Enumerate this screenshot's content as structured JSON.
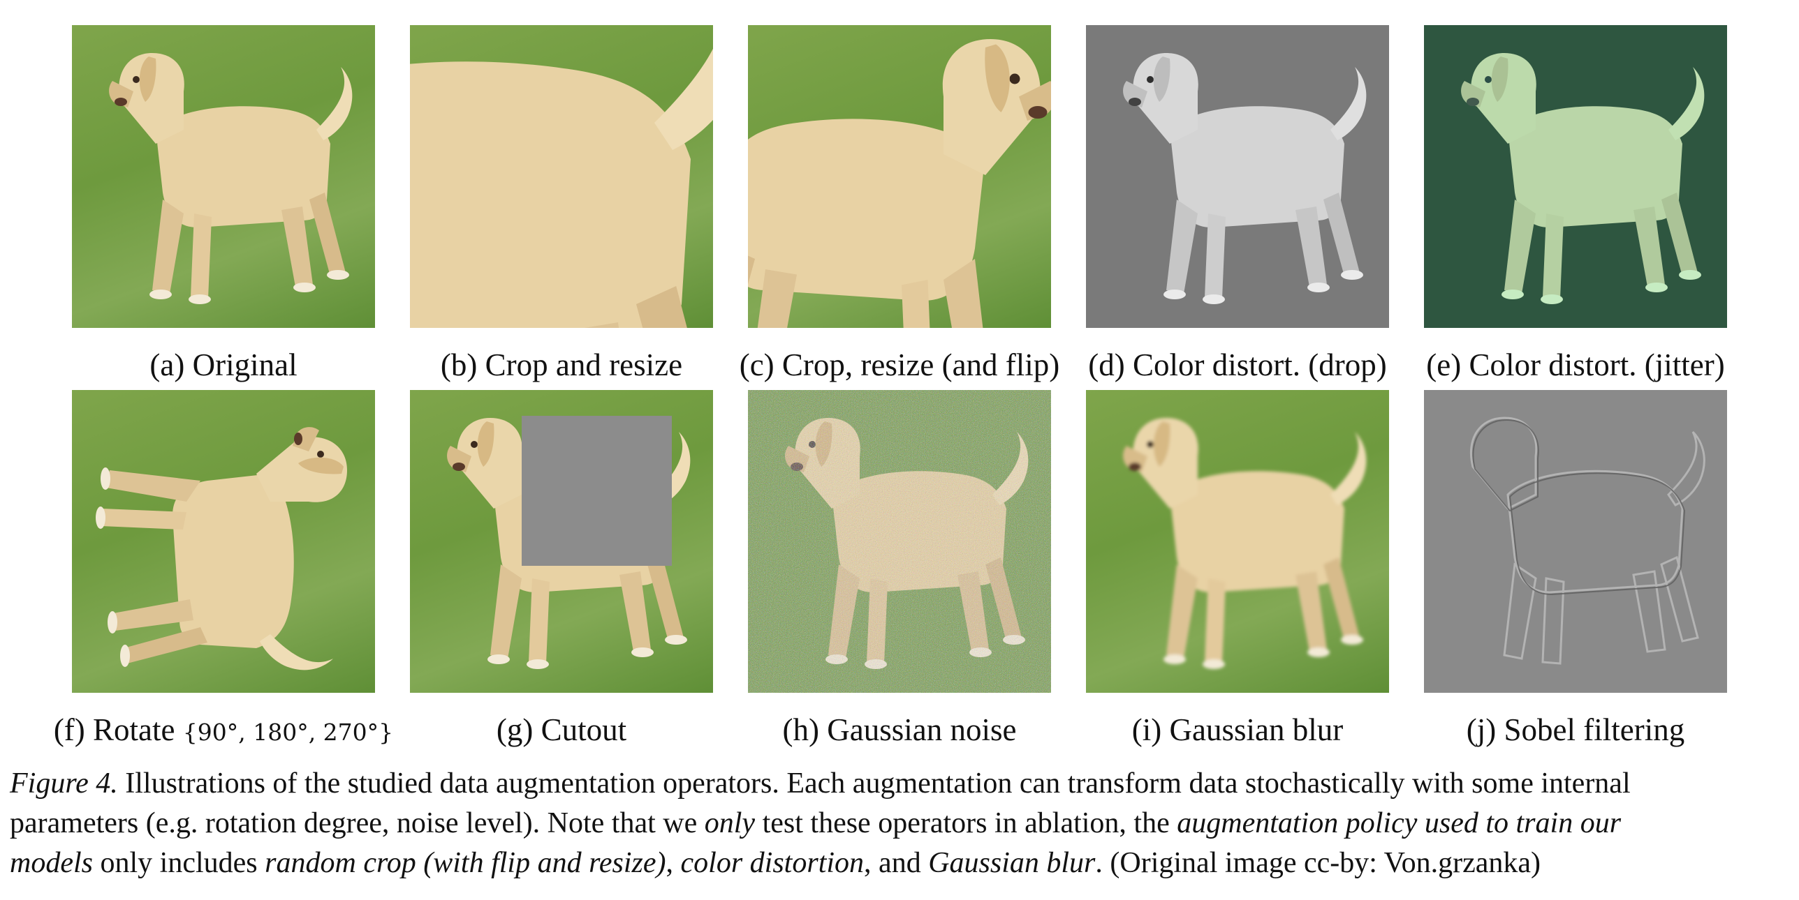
{
  "panels": [
    {
      "letter": "(a)",
      "label": "Original"
    },
    {
      "letter": "(b)",
      "label": "Crop and resize"
    },
    {
      "letter": "(c)",
      "label": "Crop, resize (and flip)"
    },
    {
      "letter": "(d)",
      "label": "Color distort. (drop)"
    },
    {
      "letter": "(e)",
      "label": "Color distort. (jitter)"
    },
    {
      "letter": "(f)",
      "label": "Rotate",
      "suffix": "{90°, 180°, 270°}"
    },
    {
      "letter": "(g)",
      "label": "Cutout"
    },
    {
      "letter": "(h)",
      "label": "Gaussian noise"
    },
    {
      "letter": "(i)",
      "label": "Gaussian blur"
    },
    {
      "letter": "(j)",
      "label": "Sobel filtering"
    }
  ],
  "caption": {
    "line1": {
      "fig": "Figure 4.",
      "text": " Illustrations of the studied data augmentation operators. Each augmentation can transform data stochastically with some internal"
    },
    "line2": {
      "a": "parameters (e.g. rotation degree, noise level). Note that we ",
      "b": "only",
      "c": " test these operators in ablation, the ",
      "d": "augmentation policy used to train our"
    },
    "line3": {
      "a": "models",
      "b": " only includes ",
      "c": "random crop (with flip and resize)",
      "d": ", ",
      "e": "color distortion",
      "f": ", and ",
      "g": "Gaussian blur",
      "h": ". (Original image cc-by: Von.grzanka)"
    }
  },
  "colors": {
    "grass": "#7aa145",
    "dog": "#e6cfa0",
    "cutout": "#8c8c8c",
    "sobel": "#8a8a8a"
  }
}
